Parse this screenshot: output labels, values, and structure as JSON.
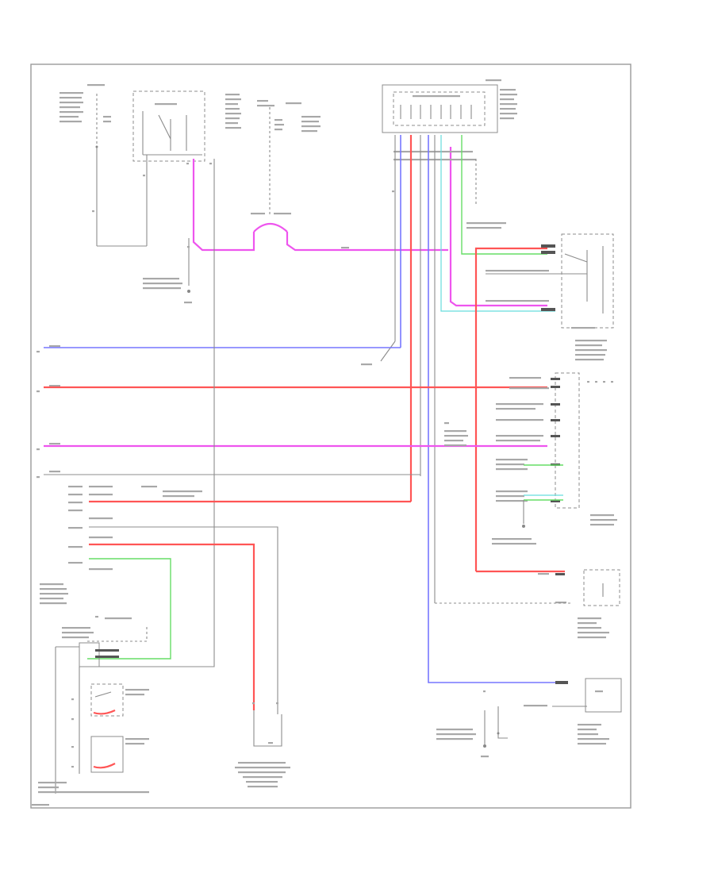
{
  "diagram": {
    "title": "",
    "colors": {
      "frame": "#9a9a9a",
      "wire_gray": "#8c8c8c",
      "wire_magenta": "#ee55ee",
      "wire_red": "#ff5555",
      "wire_blue": "#7777ff",
      "wire_green": "#66dd66",
      "wire_cyan": "#66dddd",
      "text_placeholder": "#a8a8a8"
    },
    "components": [
      "fuse-block-top-left",
      "ecu-relay-top",
      "connector-junction-top-center",
      "control-module-top-right",
      "switch-assembly-right-upper",
      "control-module-right-middle",
      "ground-sensor-right",
      "motor-assembly-right-lower",
      "switch-panel-bottom-left",
      "actuator-bottom-center",
      "ground-bottom-center-right",
      "connector-left-middle"
    ]
  }
}
